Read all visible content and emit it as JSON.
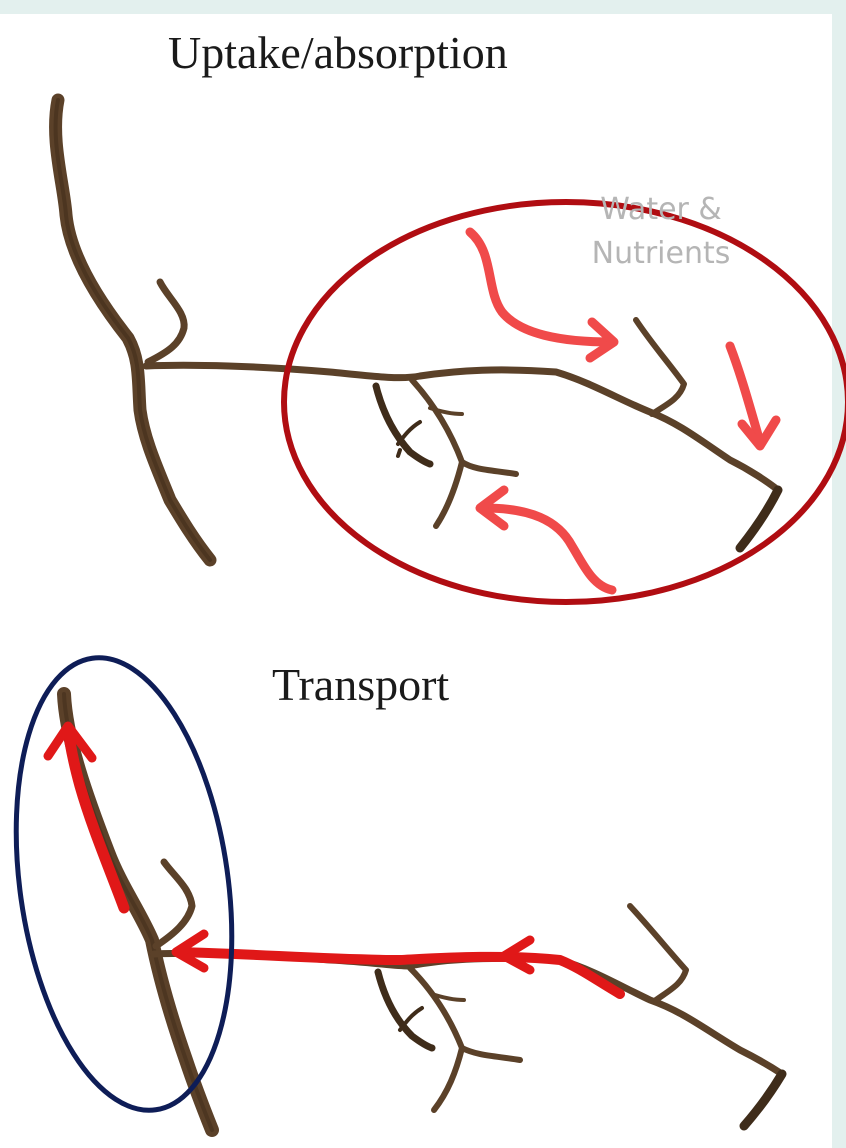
{
  "diagram": {
    "top_panel": {
      "title": "Uptake/absorption",
      "annotation_line1": "Water &",
      "annotation_line2": "Nutrients"
    },
    "bottom_panel": {
      "title": "Transport"
    },
    "colors": {
      "root": "#5b4129",
      "root_dark": "#3f2c1a",
      "arrow_red": "#f04a4a",
      "arrow_red_strong": "#e01818",
      "uptake_ellipse": "#b00d12",
      "transport_ellipse": "#0e1d57"
    }
  }
}
